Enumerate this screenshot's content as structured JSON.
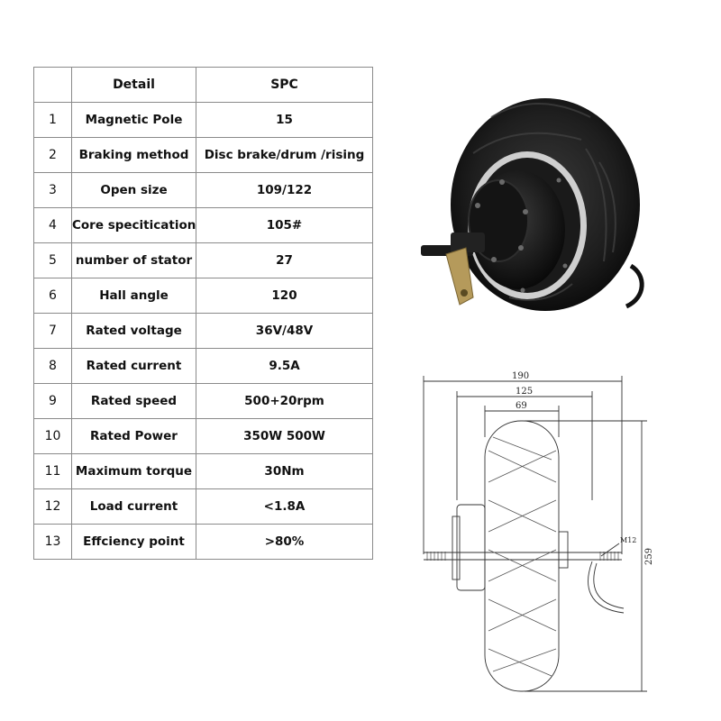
{
  "table": {
    "header": {
      "num": "",
      "detail": "Detail",
      "value": "SPC"
    },
    "rows": [
      {
        "num": "1",
        "detail": "Magnetic Pole",
        "value": "15"
      },
      {
        "num": "2",
        "detail": "Braking method",
        "value": "Disc brake/drum /rising"
      },
      {
        "num": "3",
        "detail": "Open size",
        "value": "109/122"
      },
      {
        "num": "4",
        "detail": "Core specitication",
        "value": "105#"
      },
      {
        "num": "5",
        "detail": "number of stator",
        "value": "27"
      },
      {
        "num": "6",
        "detail": "Hall angle",
        "value": "120"
      },
      {
        "num": "7",
        "detail": "Rated voltage",
        "value": "36V/48V"
      },
      {
        "num": "8",
        "detail": "Rated current",
        "value": "9.5A"
      },
      {
        "num": "9",
        "detail": "Rated speed",
        "value": "500+20rpm"
      },
      {
        "num": "10",
        "detail": "Rated  Power",
        "value": "350W 500W"
      },
      {
        "num": "11",
        "detail": "Maximum torque",
        "value": "30Nm"
      },
      {
        "num": "12",
        "detail": "Load current",
        "value": "<1.8A"
      },
      {
        "num": "13",
        "detail": "Effciency point",
        "value": ">80%"
      }
    ]
  },
  "drawing": {
    "dim_overall_width": "190",
    "dim_hub_width": "125",
    "dim_tire_width": "69",
    "dim_diameter": "259",
    "dim_axle": "M12"
  }
}
